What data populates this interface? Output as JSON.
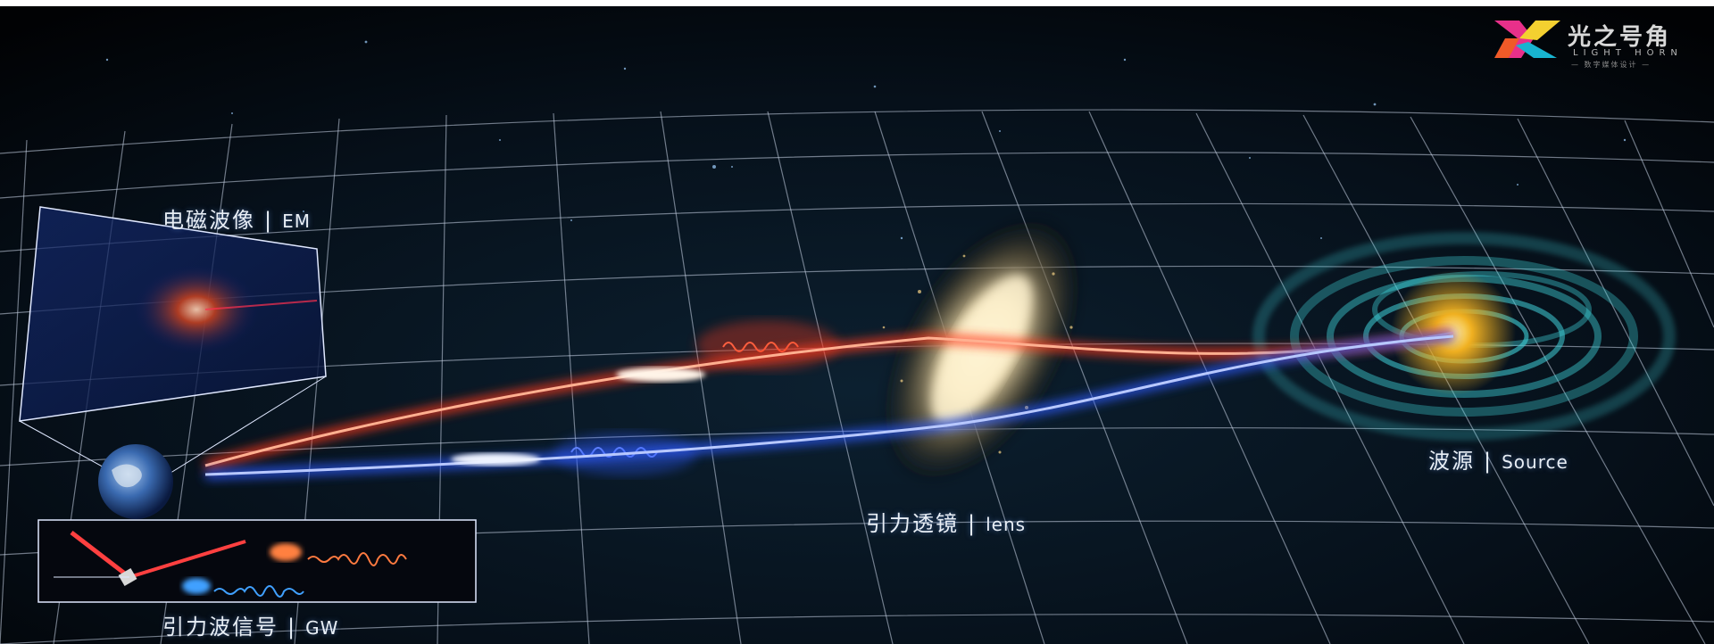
{
  "labels": {
    "em": {
      "zh": "电磁波像",
      "sep": "|",
      "en": "EM"
    },
    "gw": {
      "zh": "引力波信号",
      "sep": "|",
      "en": "GW"
    },
    "lens": {
      "zh": "引力透镜",
      "sep": "|",
      "en": "lens"
    },
    "source": {
      "zh": "波源",
      "sep": "|",
      "en": "Source"
    }
  },
  "logo": {
    "name_zh": "光之号角",
    "name_en": "LIGHT HORN",
    "tagline": "— 数字媒体设计 —"
  },
  "colors": {
    "em_beam": "#ff3a1e",
    "gw_beam": "#2f5bff",
    "grid": "#c8d4e6",
    "source_rings": "#3fd0d8",
    "galaxy_core": "#fff3d0"
  }
}
